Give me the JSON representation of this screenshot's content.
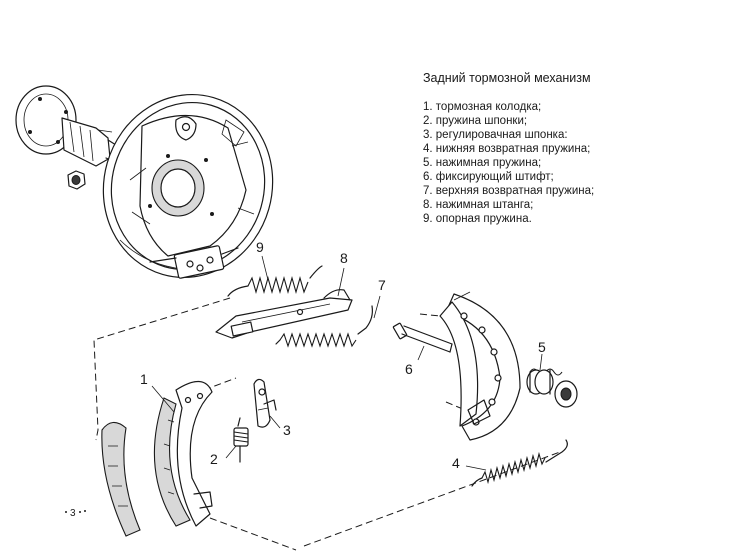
{
  "legend": {
    "title": "Задний тормозной механизм",
    "items": [
      "1. тормозная колодка;",
      "2. пружина шпонки;",
      "3. регулировачная шпонка:",
      "4. нижняя возвратная пружина;",
      "5. нажимная пружина;",
      "6. фиксирующий штифт;",
      "7. верхняя возвратная пружина;",
      "8. нажимная штанга;",
      "9. опорная пружина."
    ]
  },
  "callouts": {
    "c1": "1",
    "c2": "2",
    "c3": "3",
    "c4": "4",
    "c5": "5",
    "c6": "6",
    "c7": "7",
    "c8": "8",
    "c9": "9"
  },
  "stray_mark": "3"
}
